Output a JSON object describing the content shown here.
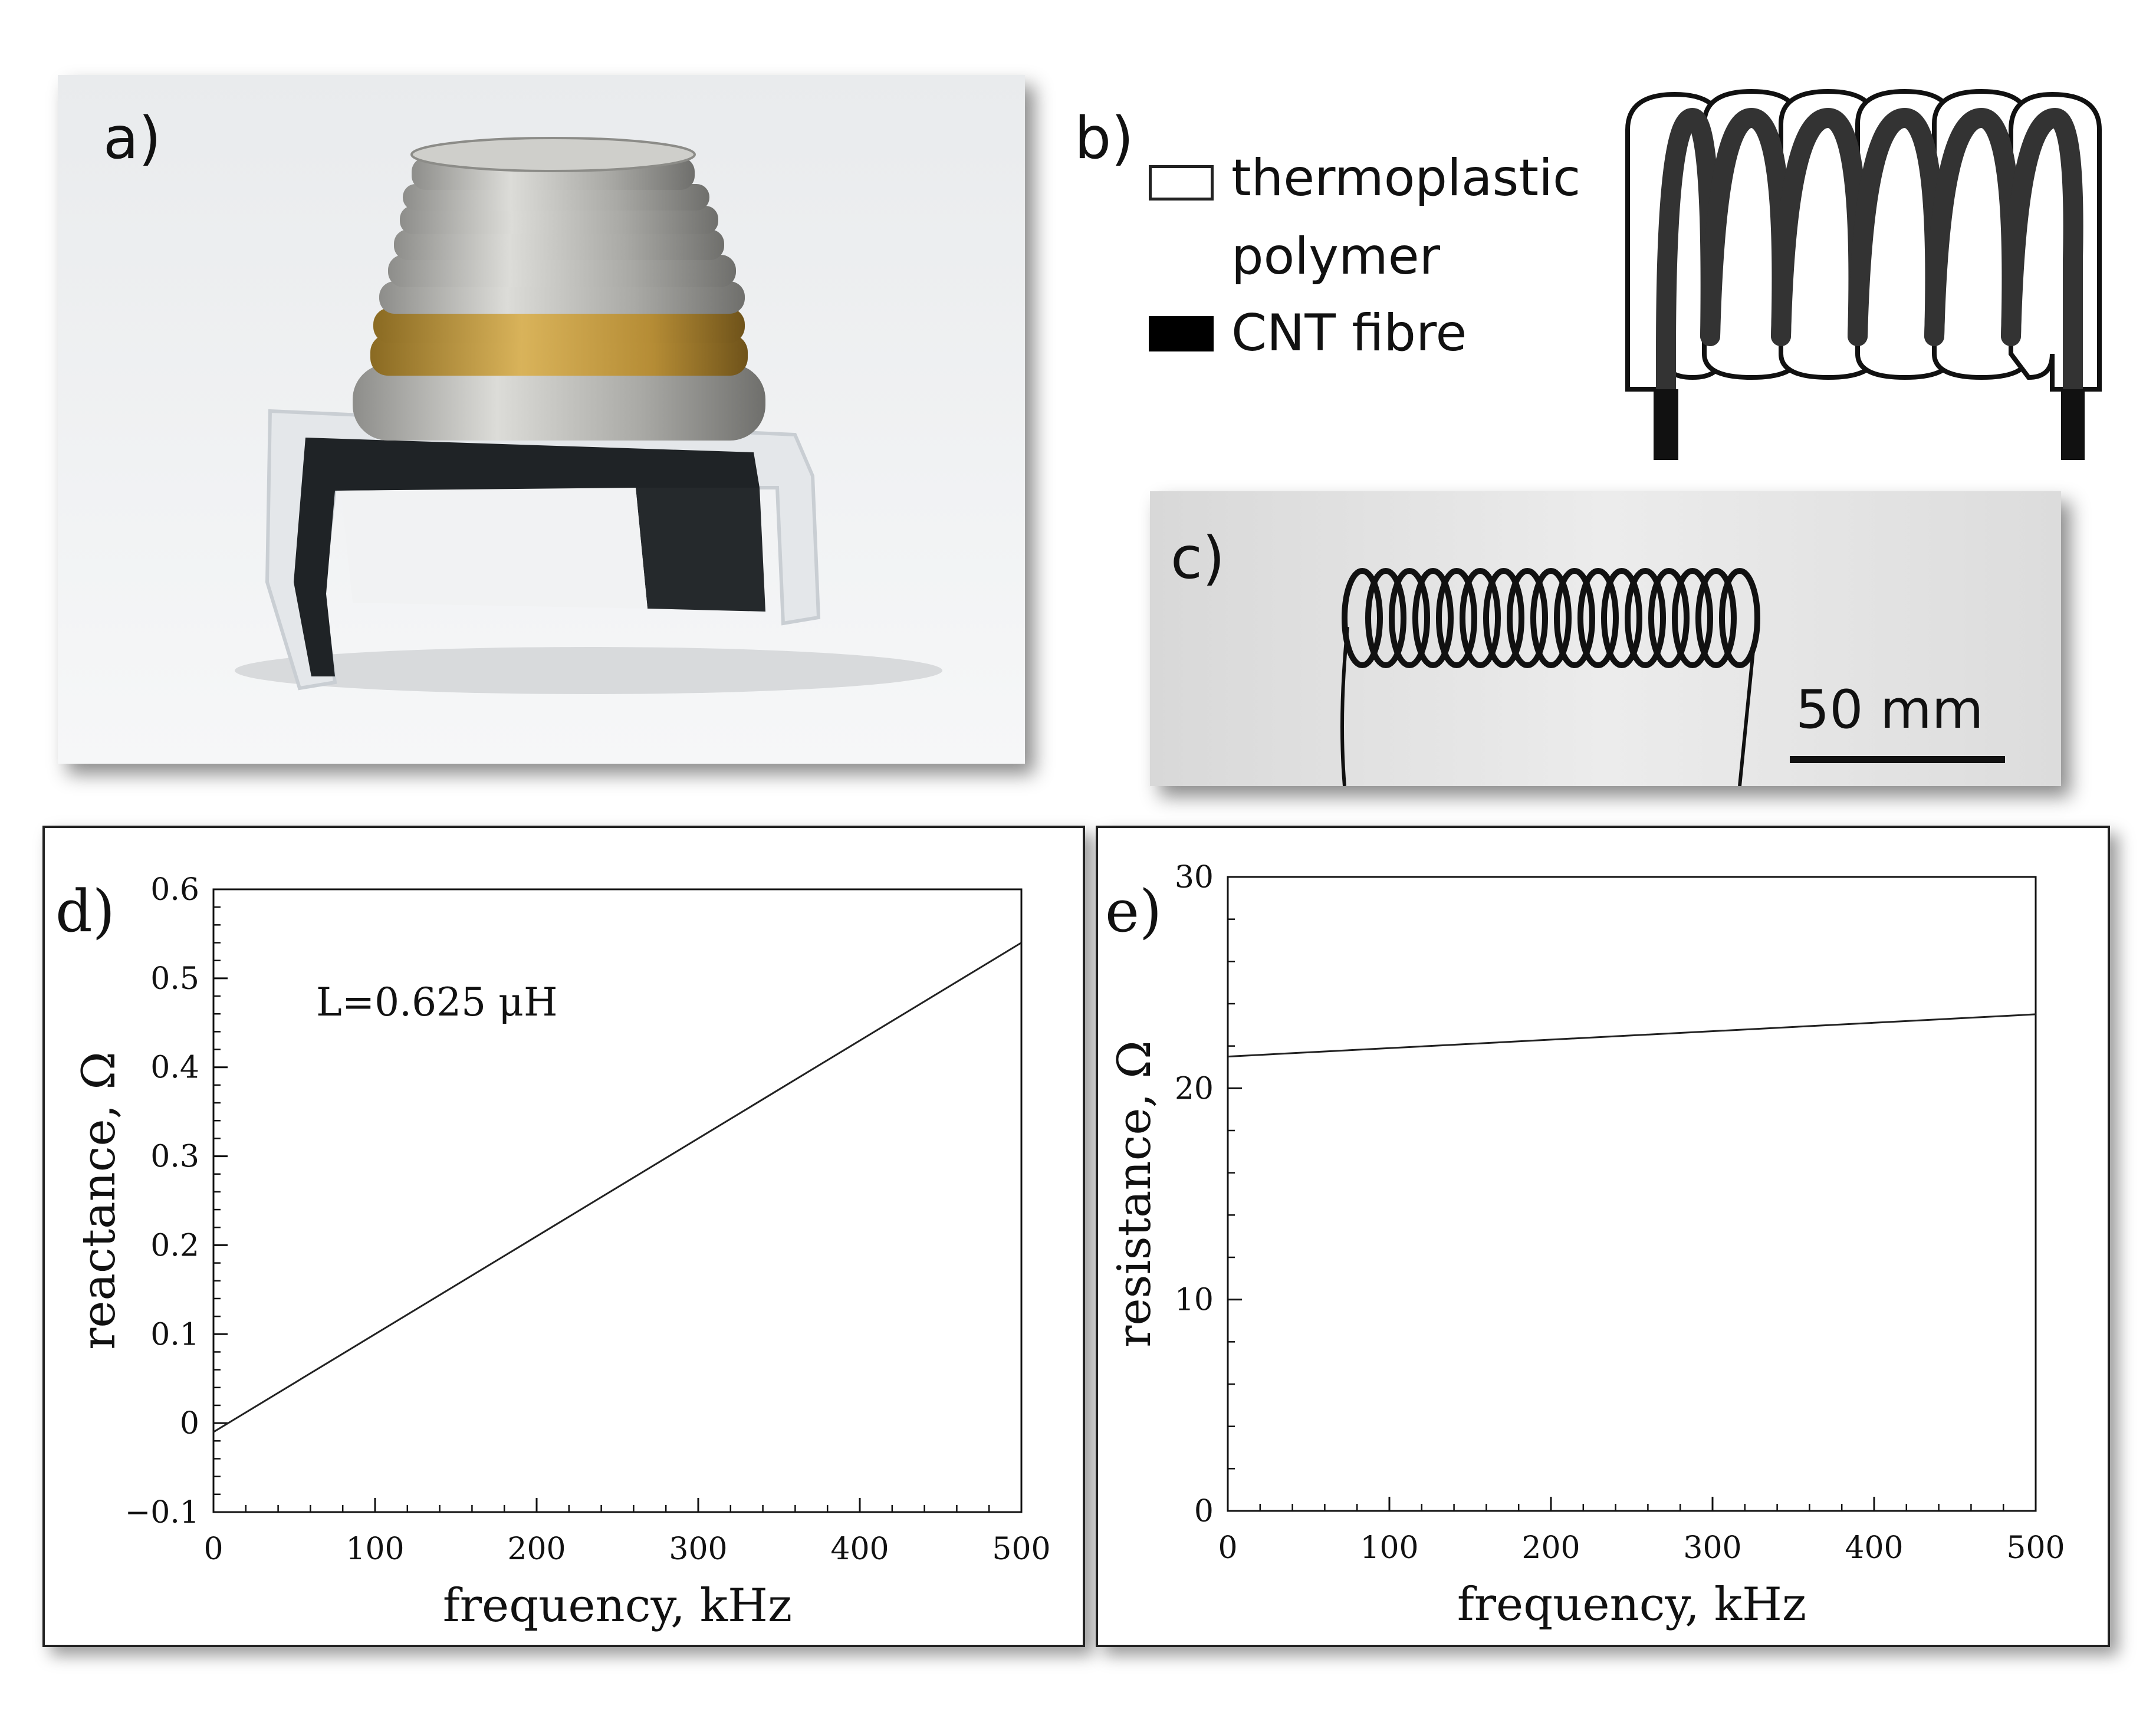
{
  "panels": {
    "a": {
      "label": "a)"
    },
    "b": {
      "label": "b)",
      "legend": [
        {
          "name": "thermoplastic",
          "name2": "polymer",
          "swatch": "#ffffff"
        },
        {
          "name": "CNT fibre",
          "swatch": "#000000"
        }
      ]
    },
    "c": {
      "label": "c)",
      "scalebar": "50 mm"
    },
    "d": {
      "label": "d)",
      "annotation": "L=0.625 μH"
    },
    "e": {
      "label": "e)"
    }
  },
  "chart_data": [
    {
      "type": "line",
      "xlabel": "frequency, kHz",
      "ylabel": "reactance, Ω",
      "xlim": [
        0,
        500
      ],
      "ylim": [
        -0.1,
        0.6
      ],
      "xticks": [
        0,
        100,
        200,
        300,
        400,
        500
      ],
      "yticks": [
        -0.1,
        0,
        0.1,
        0.2,
        0.3,
        0.4,
        0.5,
        0.6
      ],
      "ytick_labels": [
        "−0.1",
        "0",
        "0.1",
        "0.2",
        "0.3",
        "0.4",
        "0.5",
        "0.6"
      ],
      "grid": false,
      "series": [
        {
          "x": [
            0,
            500
          ],
          "y": [
            -0.01,
            0.54
          ]
        }
      ]
    },
    {
      "type": "line",
      "xlabel": "frequency, kHz",
      "ylabel": "resistance, Ω",
      "xlim": [
        0,
        500
      ],
      "ylim": [
        0,
        30
      ],
      "xticks": [
        0,
        100,
        200,
        300,
        400,
        500
      ],
      "yticks": [
        0,
        10,
        20,
        30
      ],
      "ytick_labels": [
        "0",
        "10",
        "20",
        "30"
      ],
      "grid": false,
      "series": [
        {
          "x": [
            0,
            500
          ],
          "y": [
            21.5,
            23.5
          ]
        }
      ]
    }
  ],
  "colors": {
    "line": "#222222",
    "fibre": "#333333",
    "coin_silver": "#b9b9b6",
    "coin_gold": "#c19a3e",
    "device_black": "#1f2326"
  }
}
